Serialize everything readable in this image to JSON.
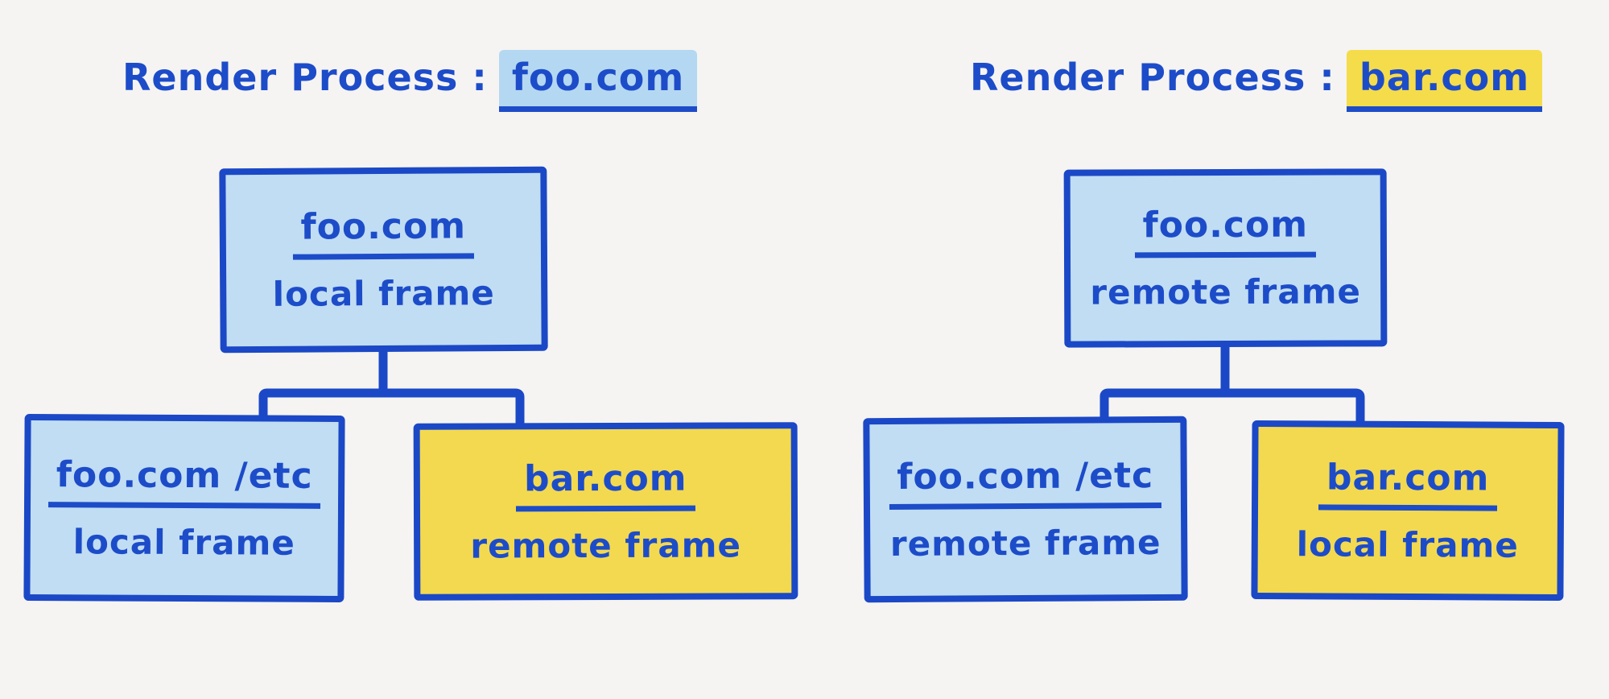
{
  "diagram": {
    "description": "Two hand-drawn render-process trees comparing local and remote frames",
    "colors": {
      "ink_blue": "#1d4cc9",
      "box_border_blue": "#1b48c6",
      "blue_fill": "#c0ddf3",
      "yellow_fill": "#f3d94f",
      "title_highlight_blue": "#b5d8f2",
      "title_highlight_yellow": "#f5dc4b",
      "background": "#f5f4f2"
    },
    "panels": [
      {
        "title_prefix": "Render Process :",
        "title_domain": "foo.com",
        "root": {
          "domain": "foo.com",
          "frame": "local frame"
        },
        "children": [
          {
            "domain": "foo.com /etc",
            "frame": "local frame"
          },
          {
            "domain": "bar.com",
            "frame": "remote frame"
          }
        ]
      },
      {
        "title_prefix": "Render Process :",
        "title_domain": "bar.com",
        "root": {
          "domain": "foo.com",
          "frame": "remote frame"
        },
        "children": [
          {
            "domain": "foo.com /etc",
            "frame": "remote frame"
          },
          {
            "domain": "bar.com",
            "frame": "local frame"
          }
        ]
      }
    ]
  }
}
